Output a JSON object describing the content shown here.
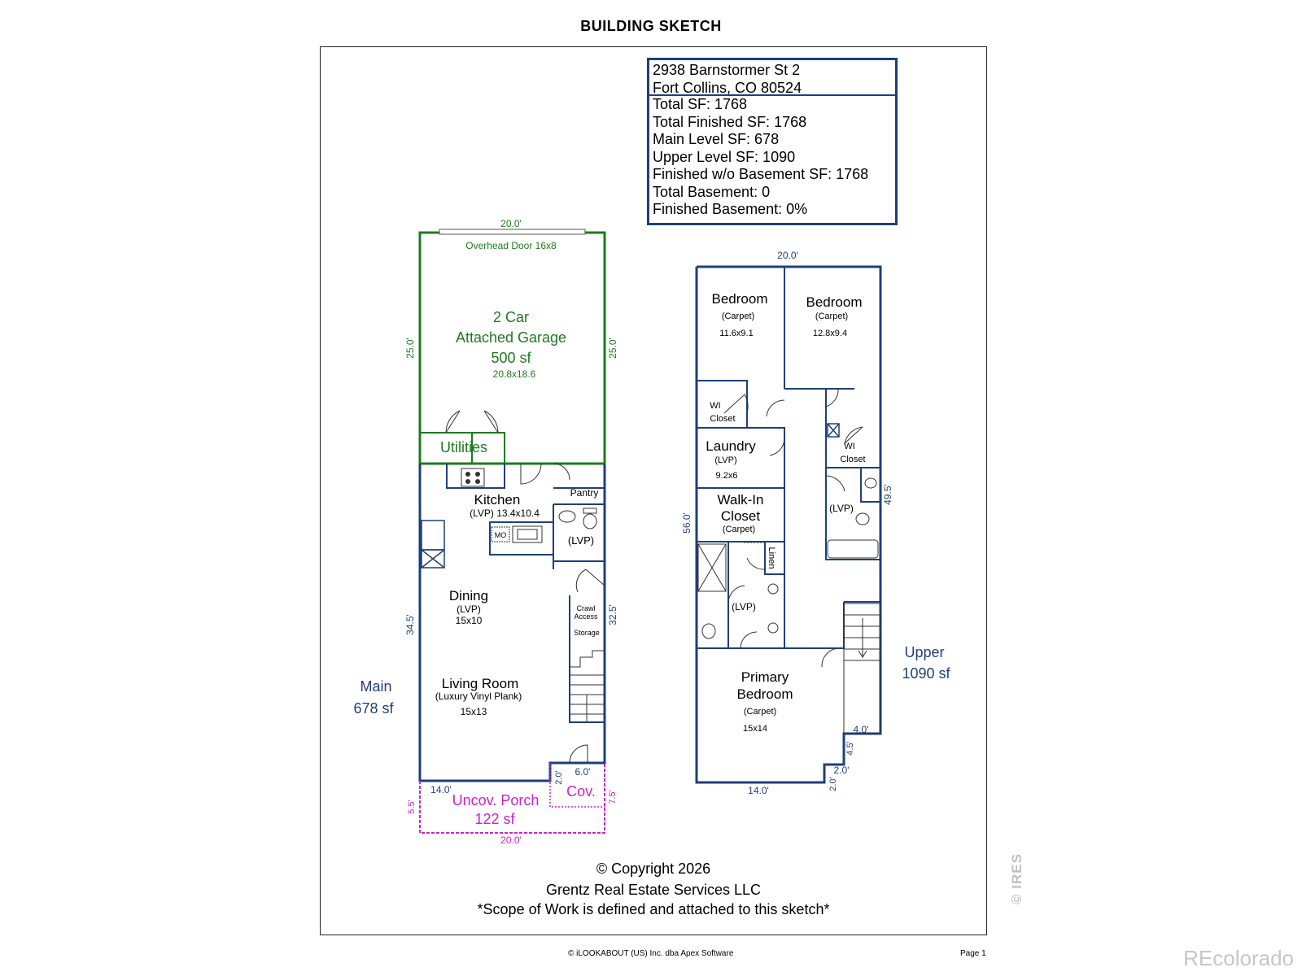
{
  "title": "BUILDING SKETCH",
  "info": {
    "address_line1": "2938 Barnstormer St 2",
    "address_line2": "Fort Collins, CO 80524",
    "stats": [
      "Total SF: 1768",
      "Total Finished SF: 1768",
      "Main Level SF: 678",
      "Upper Level SF: 1090",
      "Finished w/o Basement SF: 1768",
      "Total Basement: 0",
      "Finished Basement: 0%"
    ]
  },
  "main": {
    "label": "Main",
    "sf": "678 sf",
    "garage_top_dim": "20.0'",
    "overhead_door": "Overhead Door 16x8",
    "garage_line1": "2 Car",
    "garage_line2": "Attached Garage",
    "garage_sf": "500 sf",
    "garage_size": "20.8x18.6",
    "garage_left_dim": "25.0'",
    "garage_right_dim": "25.0'",
    "utilities": "Utilities",
    "kitchen": "Kitchen",
    "kitchen_sub": "(LVP) 13.4x10.4",
    "pantry": "Pantry",
    "mw": "MO",
    "bath_lvp": "(LVP)",
    "dining": "Dining",
    "dining_sub": "(LVP)",
    "dining_size": "15x10",
    "crawl1": "Crawl",
    "crawl2": "Access",
    "storage": "Storage",
    "living": "Living Room",
    "living_sub": "(Luxury Vinyl Plank)",
    "living_size": "15x13",
    "left_dim": "34.5'",
    "right_dim": "32.5'",
    "dim_14": "14.0'",
    "dim_6": "6.0'",
    "dim_2": "2.0'",
    "dim_55": "5.5'",
    "dim_75": "7.5'",
    "dim_bottom": "20.0'",
    "porch": "Uncov. Porch",
    "porch_sf": "122 sf",
    "cov": "Cov."
  },
  "upper": {
    "label": "Upper",
    "sf": "1090 sf",
    "top_dim": "20.0'",
    "bed1": "Bedroom",
    "bed1_sub": "(Carpet)",
    "bed1_size": "11.6x9.1",
    "bed2": "Bedroom",
    "bed2_sub": "(Carpet)",
    "bed2_size": "12.8x9.4",
    "wi1_a": "WI",
    "wi1_b": "Closet",
    "wi2_a": "WI",
    "wi2_b": "Closet",
    "laundry": "Laundry",
    "laundry_sub": "(LVP)",
    "laundry_size": "9.2x6",
    "walkin1": "Walk-In",
    "walkin2": "Closet",
    "walkin_sub": "(Carpet)",
    "linen": "Linen",
    "bath_lvp1": "(LVP)",
    "bath_lvp2": "(LVP)",
    "primary1": "Primary",
    "primary2": "Bedroom",
    "primary_sub": "(Carpet)",
    "primary_size": "15x14",
    "left_dim": "56.0'",
    "right_dim": "49.5'",
    "dim_4": "4.0'",
    "dim_45": "4.5'",
    "dim_2a": "2.0'",
    "dim_2b": "2.0'",
    "bottom_dim": "14.0'"
  },
  "copyright": "© Copyright 2026",
  "company": "Grentz Real Estate Services LLC",
  "scope": "*Scope of Work is defined and attached to this sketch*",
  "footer_left": "© iLOOKABOUT (US) Inc. dba Apex Software",
  "footer_page": "Page 1",
  "ires": "© IRES",
  "recolorado": "REcolorado",
  "colors": {
    "blue": "#1f3f7a",
    "green": "#1e7a1e",
    "magenta": "#cc22cc"
  }
}
